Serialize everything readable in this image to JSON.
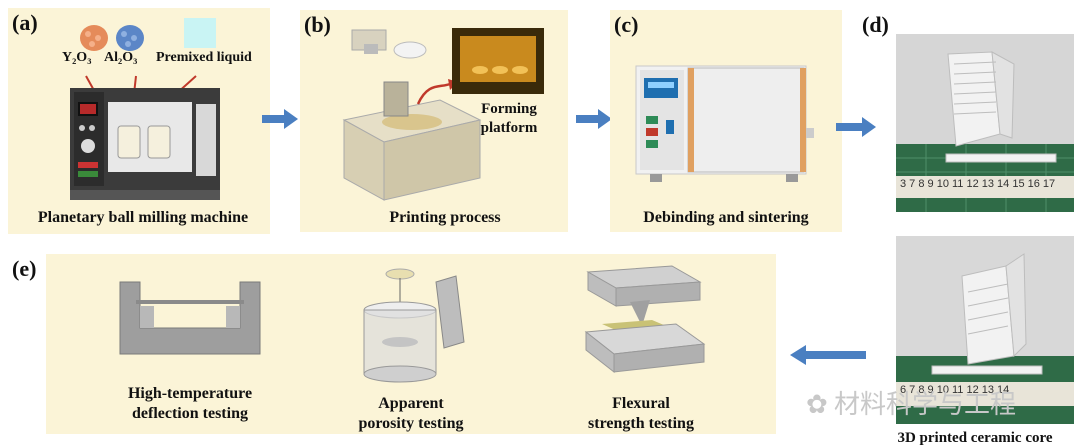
{
  "panels": {
    "a": {
      "label": "(a)",
      "y2o3": "Y₂O₃",
      "al2o3": "Al₂O₃",
      "premixed": "Premixed liquid",
      "caption": "Planetary ball milling machine"
    },
    "b": {
      "label": "(b)",
      "forming_line1": "Forming",
      "forming_line2": "platform",
      "caption": "Printing process"
    },
    "c": {
      "label": "(c)",
      "caption": "Debinding and sintering"
    },
    "d": {
      "label": "(d)",
      "ruler_top": "3 7 8 9 10 11 12 13 14 15 16 17",
      "ruler_bottom": "6 7 8 9 10 11 12 13 14",
      "caption": "3D printed ceramic core"
    },
    "e": {
      "label": "(e)",
      "test1_line1": "High-temperature",
      "test1_line2": "deflection testing",
      "test2_line1": "Apparent",
      "test2_line2": "porosity testing",
      "test3_line1": "Flexural",
      "test3_line2": "strength testing"
    }
  },
  "watermark": "材料科学与工程",
  "colors": {
    "panel_bg": "#fbf4d7",
    "arrow": "#4a7fc1",
    "red_arrow": "#c0392b"
  }
}
